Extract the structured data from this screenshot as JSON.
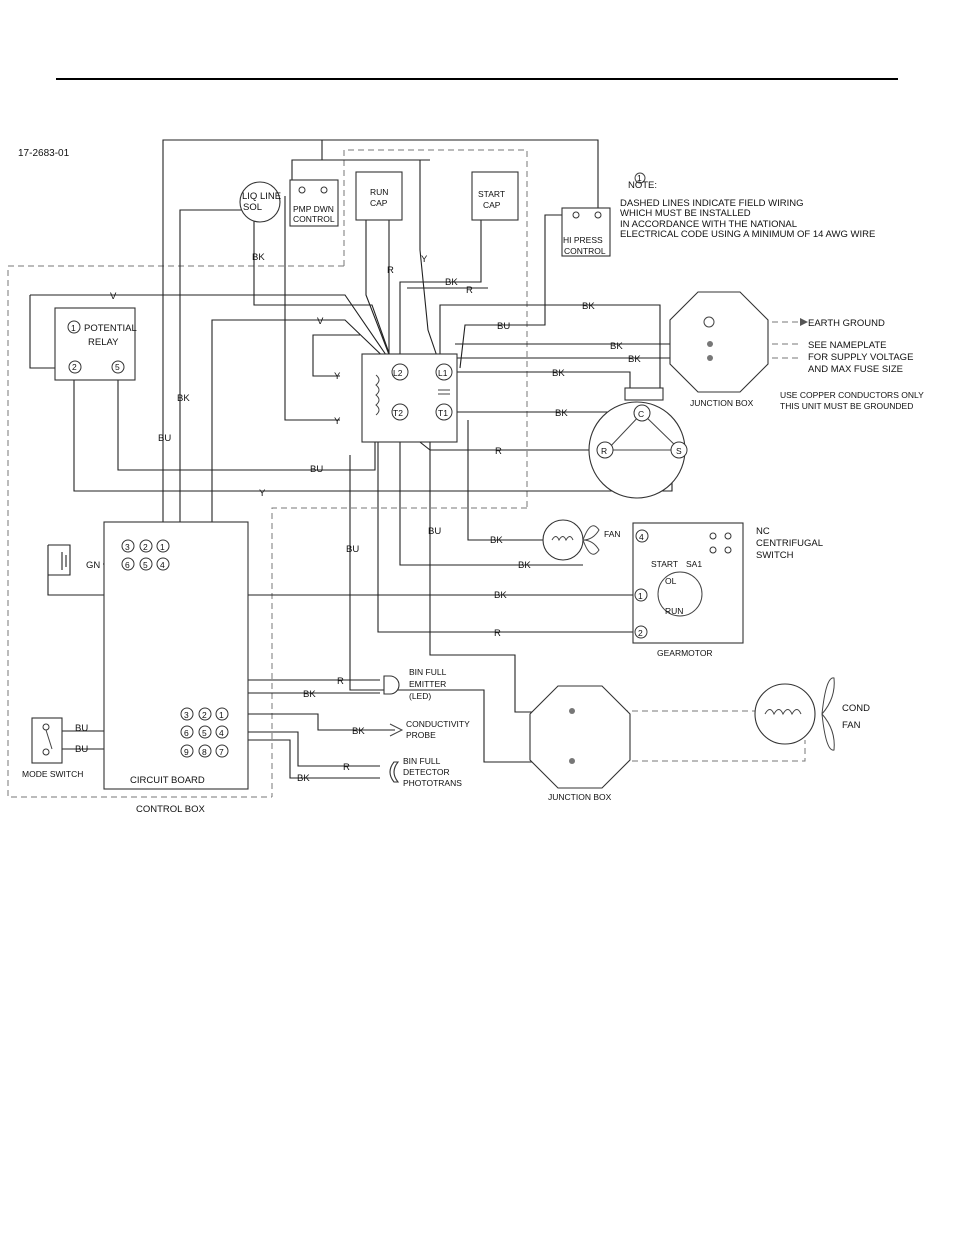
{
  "drawing_number": "17-2683-01",
  "note": {
    "marker": "1",
    "title": "NOTE:",
    "lines": [
      "DASHED LINES INDICATE FIELD WIRING",
      "WHICH MUST BE INSTALLED",
      "IN ACCORDANCE WITH THE NATIONAL",
      "ELECTRICAL CODE USING A MINIMUM OF 14 AWG WIRE"
    ]
  },
  "components": {
    "liq_line_sol": [
      "LIQ LINE",
      "SOL"
    ],
    "pmp_dwn_control": [
      "PMP DWN",
      "CONTROL"
    ],
    "run_cap": [
      "RUN",
      "CAP"
    ],
    "start_cap": [
      "START",
      "CAP"
    ],
    "hi_press_control": [
      "HI  PRESS",
      "CONTROL"
    ],
    "potential_relay": [
      "POTENTIAL",
      "RELAY"
    ],
    "relay_terminals": [
      "1",
      "2",
      "5"
    ],
    "contactor_terminals": [
      "L2",
      "L1",
      "T2",
      "T1"
    ],
    "compressor_terminals": [
      "C",
      "R",
      "S"
    ],
    "junction_box_1": "JUNCTION BOX",
    "earth_ground": "EARTH GROUND",
    "nameplate": [
      "SEE NAMEPLATE",
      "FOR SUPPLY VOLTAGE",
      "AND MAX FUSE SIZE"
    ],
    "copper": [
      "USE COPPER CONDUCTORS ONLY",
      "THIS UNIT MUST BE GROUNDED"
    ],
    "fan": "FAN",
    "nc_switch": [
      "NC",
      "CENTRIFUGAL",
      "SWITCH"
    ],
    "gearmotor": "GEARMOTOR",
    "gear_labels": [
      "START",
      "SA1",
      "OL",
      "RUN"
    ],
    "gear_terminals": [
      "4",
      "1",
      "2"
    ],
    "board_upper_terminals": [
      "3",
      "2",
      "1",
      "6",
      "5",
      "4"
    ],
    "board_lower_terminals": [
      "3",
      "2",
      "1",
      "6",
      "5",
      "4",
      "9",
      "8",
      "7"
    ],
    "gn": "GN",
    "bin_full_emitter": [
      "BIN FULL",
      "EMITTER",
      "(LED)"
    ],
    "conductivity_probe": [
      "CONDUCTIVITY",
      "PROBE"
    ],
    "bin_full_detector": [
      "BIN FULL",
      "DETECTOR",
      "PHOTOTRANS"
    ],
    "mode_switch": "MODE SWITCH",
    "circuit_board": "CIRCUIT BOARD",
    "control_box": "CONTROL BOX",
    "junction_box_2": "JUNCTION BOX",
    "cond_fan": [
      "COND",
      "FAN"
    ]
  },
  "wire_labels": {
    "bk": "BK",
    "bu": "BU",
    "r": "R",
    "y": "Y",
    "v": "V"
  }
}
